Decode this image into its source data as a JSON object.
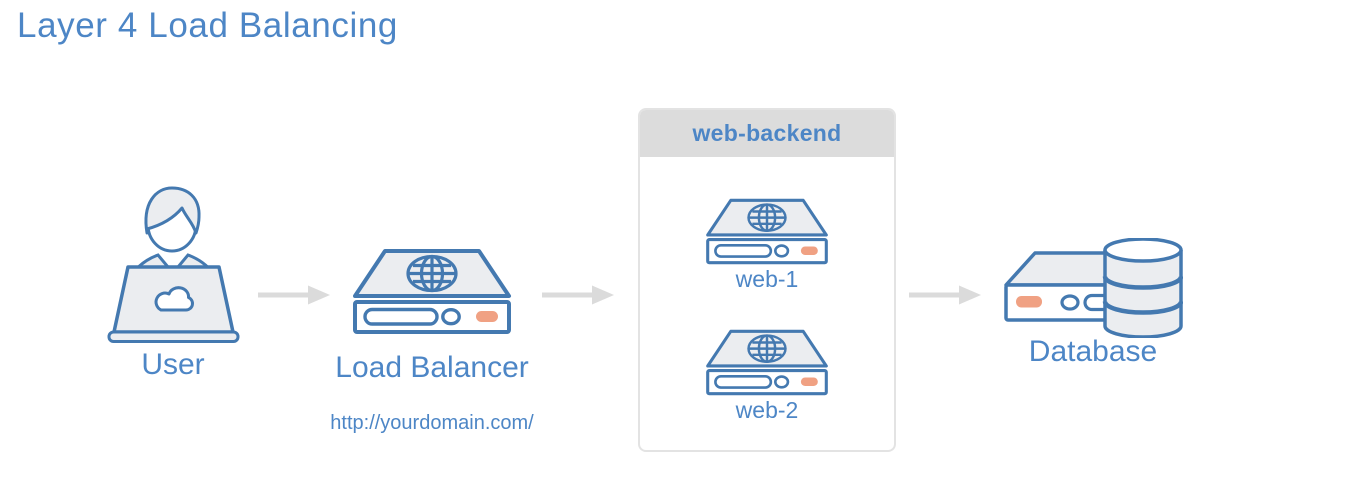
{
  "title": "Layer 4 Load Balancing",
  "colors": {
    "title_blue": "#4d86c6",
    "label_blue": "#4d86c6",
    "icon_stroke": "#4479b0",
    "icon_gray": "#ebedf0",
    "accent_orange": "#f0a183",
    "arrow_gray": "#dbdbdb",
    "group_header_bg": "#dcdcdc",
    "group_border": "#e3e3e3"
  },
  "nodes": {
    "user": {
      "label": "User"
    },
    "load_balancer": {
      "label": "Load Balancer",
      "url": "http://yourdomain.com/"
    },
    "web_backend": {
      "label": "web-backend",
      "servers": [
        {
          "label": "web-1"
        },
        {
          "label": "web-2"
        }
      ]
    },
    "database": {
      "label": "Database"
    }
  }
}
